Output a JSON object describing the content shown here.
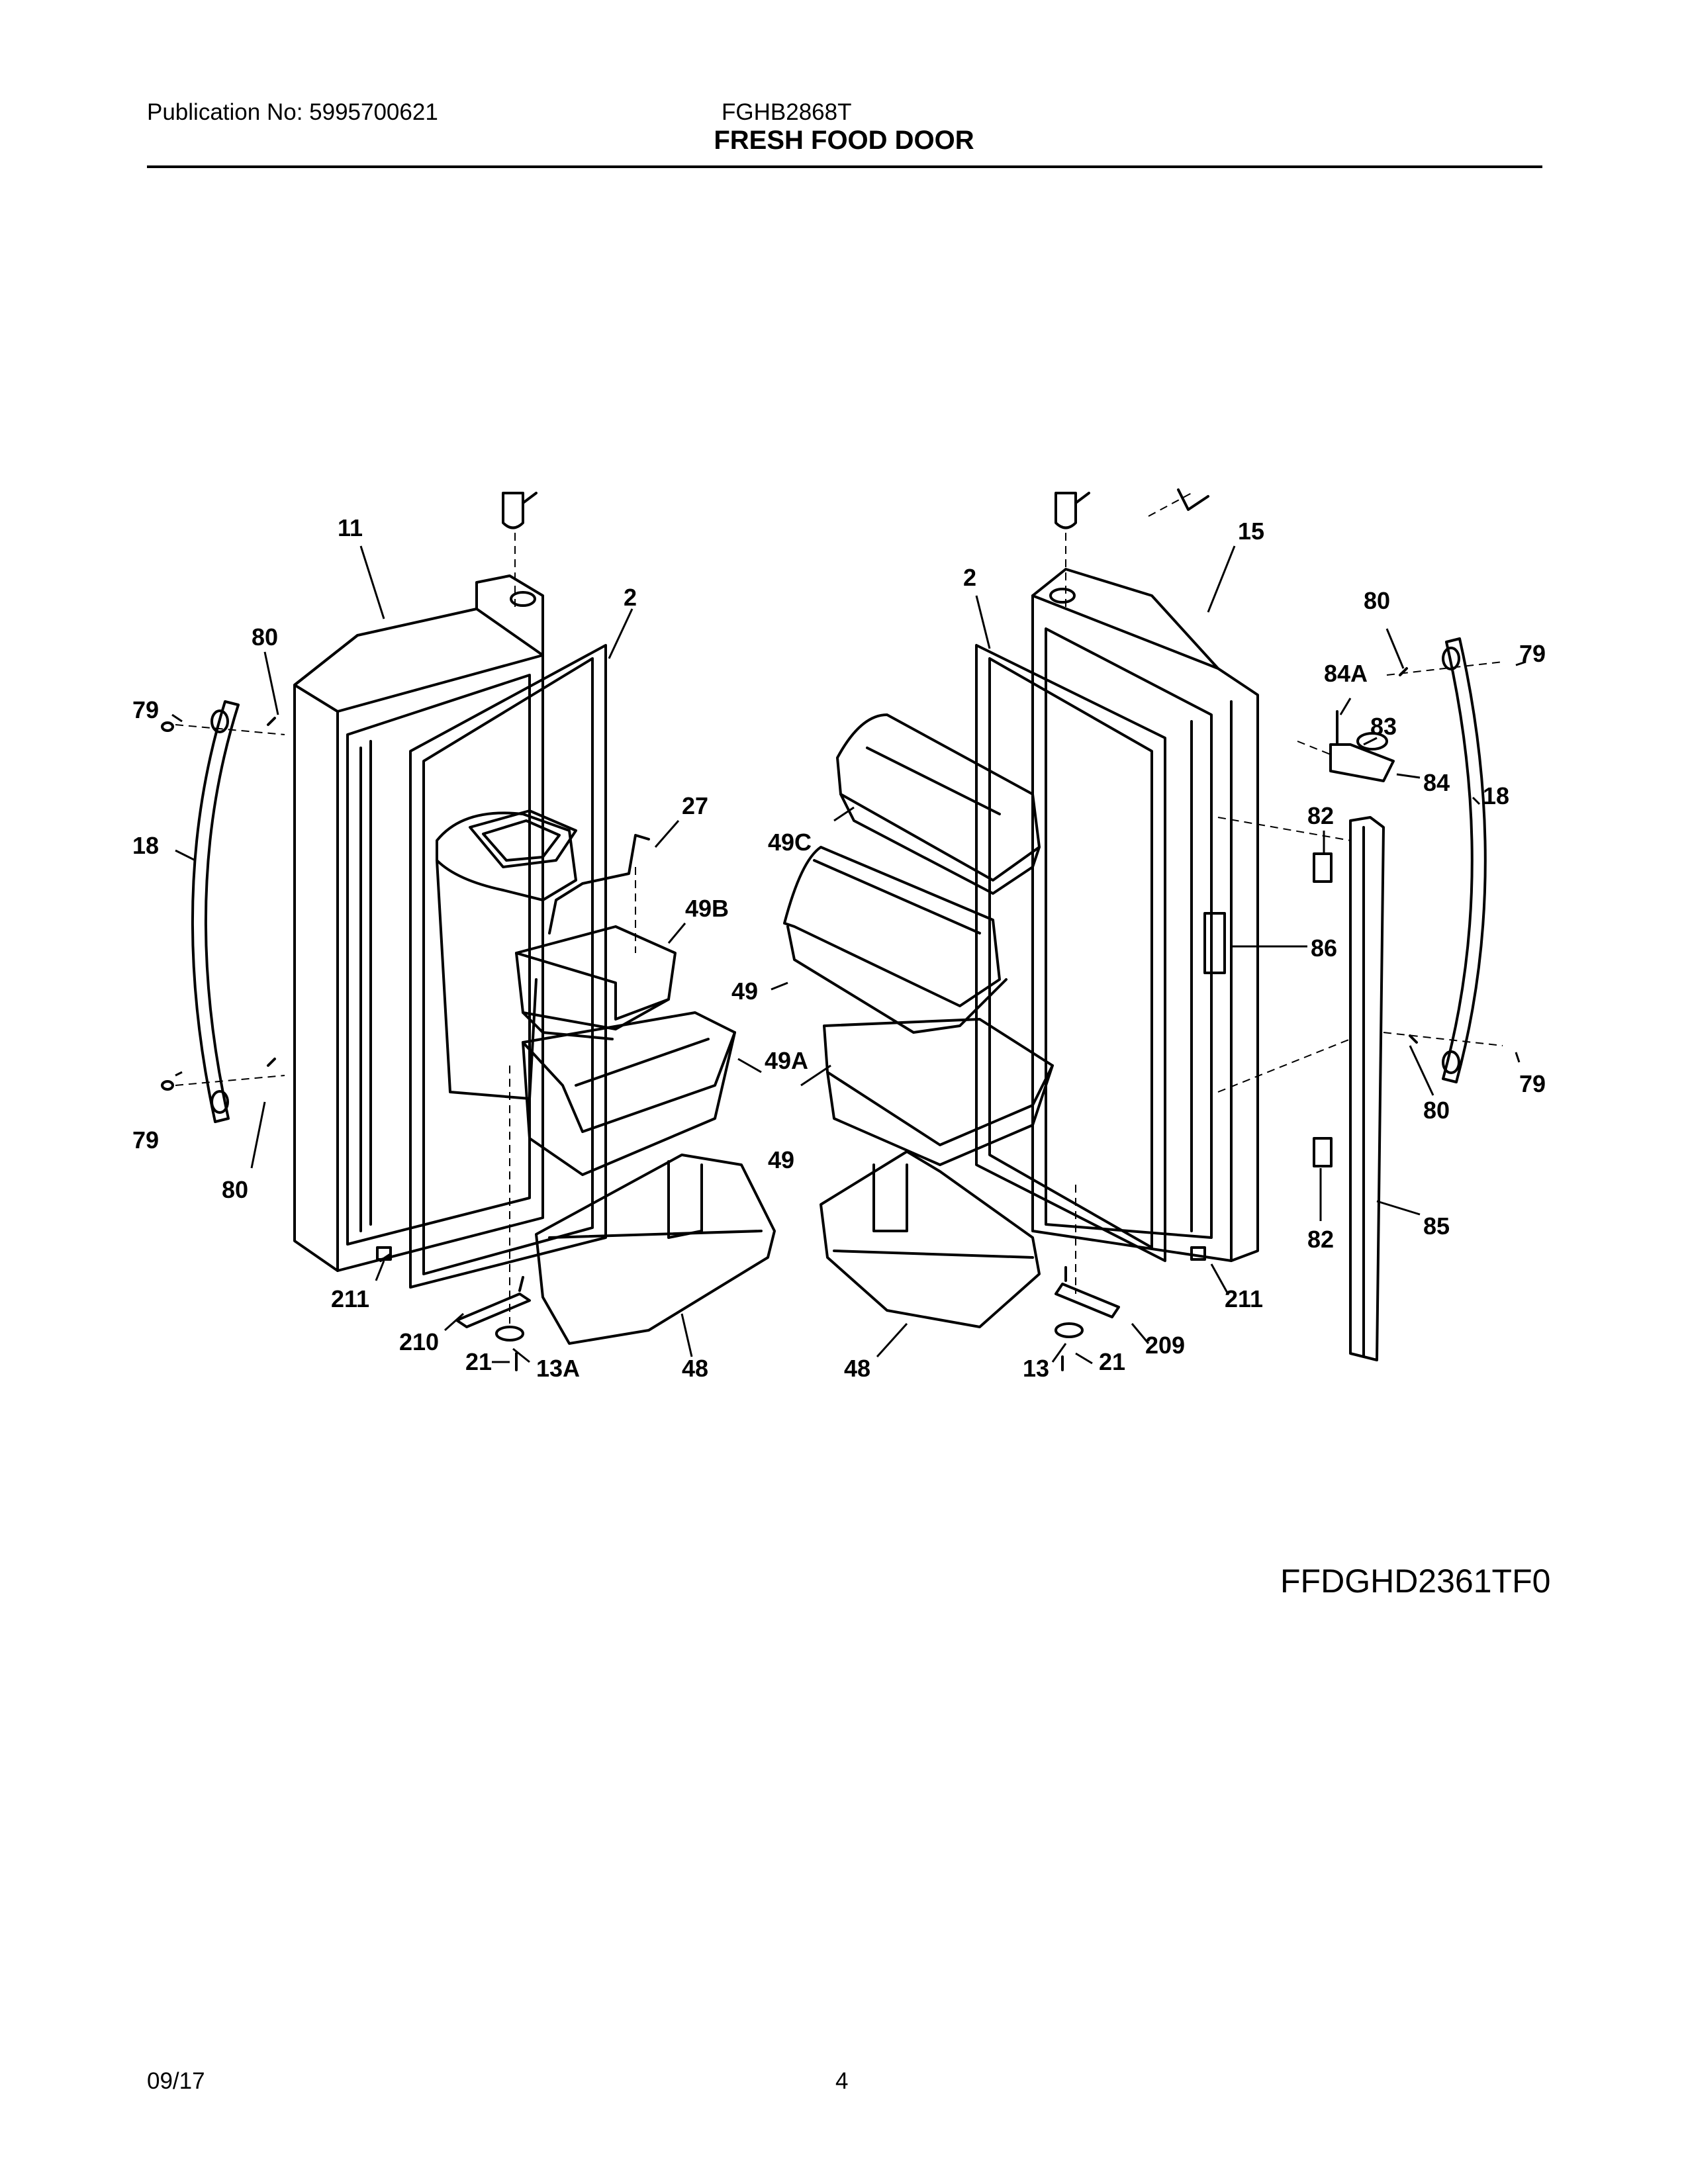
{
  "header": {
    "publication": "Publication No: 5995700621",
    "model": "FGHB2868T",
    "title": "FRESH FOOD DOOR"
  },
  "diagram": {
    "code": "FFDGHD2361TF0",
    "callouts": {
      "c11": "11",
      "c2a": "2",
      "c80a": "80",
      "c79a": "79",
      "c18a": "18",
      "c27": "27",
      "c49b": "49B",
      "c49c": "49C",
      "c49a": "49",
      "c49A": "49A",
      "c49b2": "49",
      "c79b": "79",
      "c80b": "80",
      "c211a": "211",
      "c210": "210",
      "c21a": "21",
      "c13A": "13A",
      "c48a": "48",
      "c48b": "48",
      "c13": "13",
      "c21b": "21",
      "c209": "209",
      "c211b": "211",
      "c2b": "2",
      "c15": "15",
      "c80c": "80",
      "c79c": "79",
      "c84A": "84A",
      "c83": "83",
      "c84": "84",
      "c18b": "18",
      "c82a": "82",
      "c86": "86",
      "c80d": "80",
      "c79d": "79",
      "c82b": "82",
      "c85": "85"
    }
  },
  "footer": {
    "date": "09/17",
    "page": "4"
  }
}
